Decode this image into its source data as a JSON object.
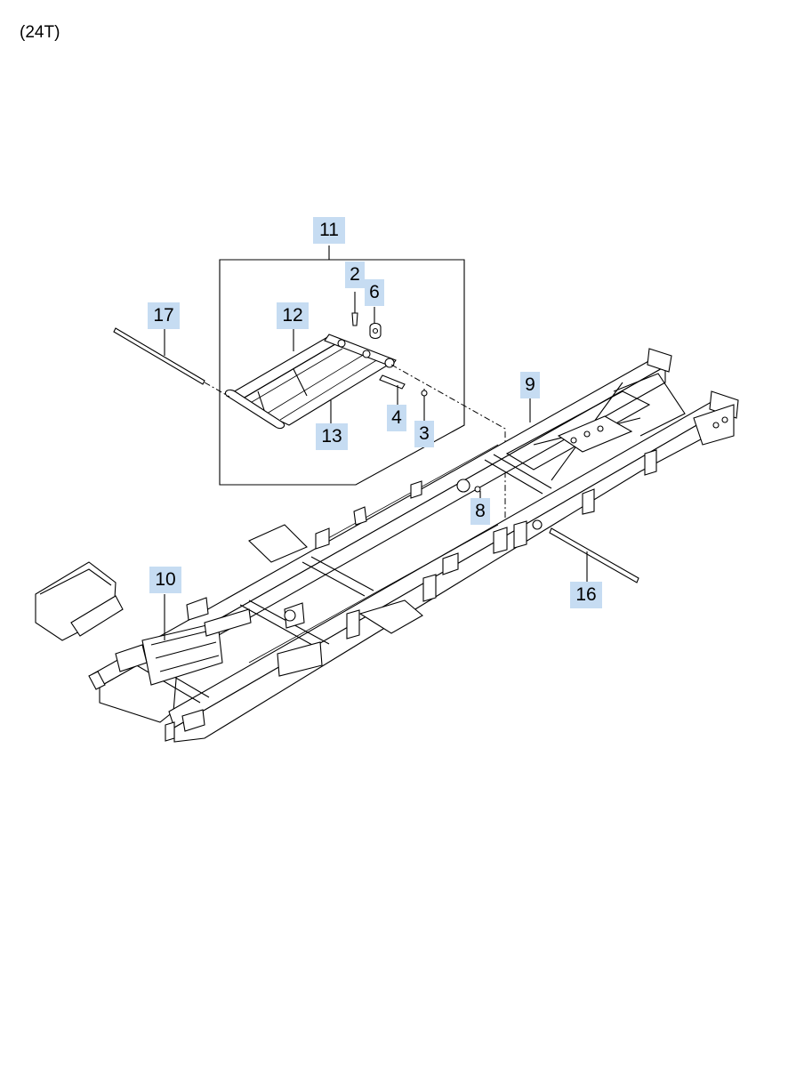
{
  "diagram": {
    "variant_label": "(24T)",
    "callouts": [
      {
        "id": "11",
        "label": "11"
      },
      {
        "id": "2",
        "label": "2"
      },
      {
        "id": "6",
        "label": "6"
      },
      {
        "id": "17",
        "label": "17"
      },
      {
        "id": "12",
        "label": "12"
      },
      {
        "id": "9",
        "label": "9"
      },
      {
        "id": "4",
        "label": "4"
      },
      {
        "id": "3",
        "label": "3"
      },
      {
        "id": "13",
        "label": "13"
      },
      {
        "id": "8",
        "label": "8"
      },
      {
        "id": "10",
        "label": "10"
      },
      {
        "id": "16",
        "label": "16"
      }
    ],
    "callout_color": "#c6dcf2",
    "line_color": "#000000"
  }
}
